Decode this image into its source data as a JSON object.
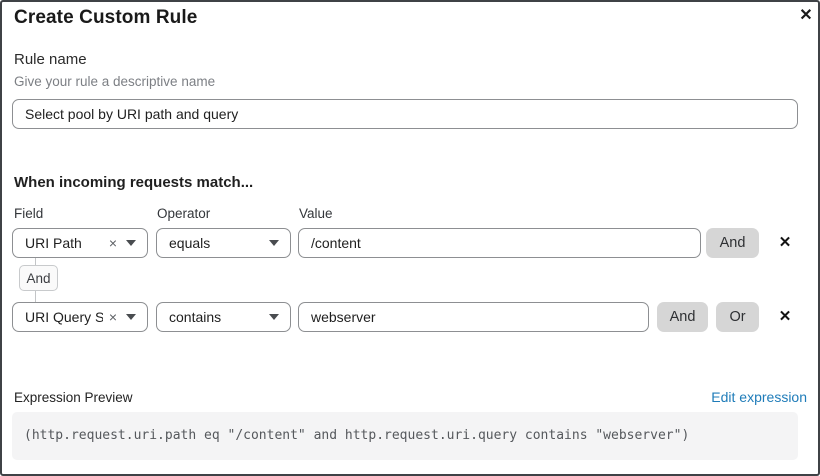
{
  "modal": {
    "title": "Create Custom Rule",
    "close_icon": "✕"
  },
  "rule_name": {
    "label": "Rule name",
    "helper": "Give your rule a descriptive name",
    "value": "Select pool by URI path and query"
  },
  "builder": {
    "heading": "When incoming requests match...",
    "column_labels": {
      "field": "Field",
      "operator": "Operator",
      "value": "Value"
    },
    "connector_label": "And",
    "rows": [
      {
        "field": "URI Path",
        "clear_icon": "×",
        "operator": "equals",
        "value": "/content",
        "and_label": "And",
        "remove_icon": "✕"
      },
      {
        "field": "URI Query St...",
        "clear_icon": "×",
        "operator": "contains",
        "value": "webserver",
        "and_label": "And",
        "or_label": "Or",
        "remove_icon": "✕"
      }
    ]
  },
  "expression": {
    "label": "Expression Preview",
    "edit_link": "Edit expression",
    "code": "(http.request.uri.path eq \"/content\" and http.request.uri.query contains \"webserver\")"
  },
  "colors": {
    "accent_link": "#1f7cb9",
    "button_gray": "#d6d6d6",
    "border_gray": "#8d8f92",
    "code_background": "#f4f4f5",
    "modal_border": "#3f4246"
  }
}
